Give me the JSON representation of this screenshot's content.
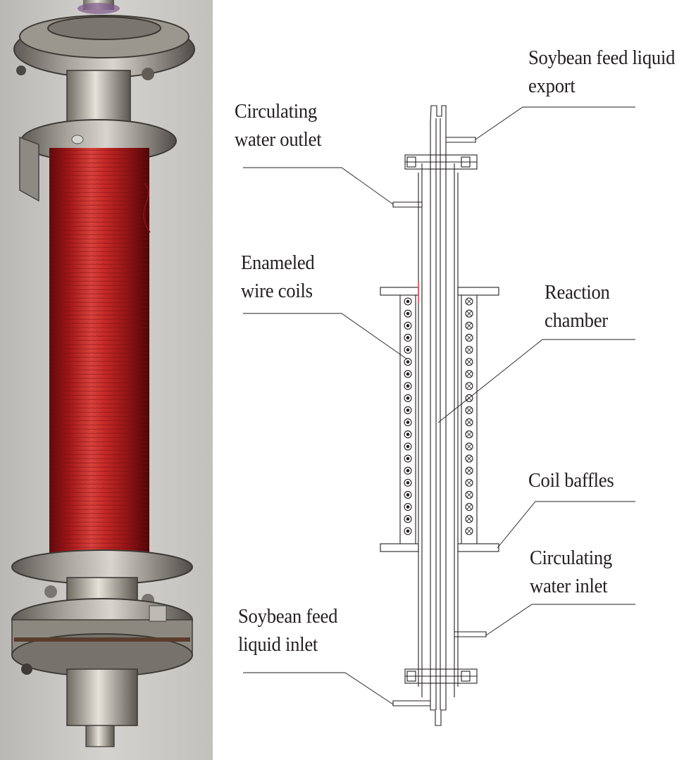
{
  "photo": {
    "subject": "photograph of reactor with red enameled wire coil",
    "colors": {
      "coil": "#b3181a",
      "steel": "#8a8680",
      "background": "#c9c7c2"
    }
  },
  "labels": {
    "feed_export_line1": "Soybean feed liquid",
    "feed_export_line2": "export",
    "water_outlet_line1": "Circulating",
    "water_outlet_line2": "water outlet",
    "coils_line1": "Enameled",
    "coils_line2": "wire coils",
    "chamber_line1": "Reaction",
    "chamber_line2": "chamber",
    "baffles": "Coil baffles",
    "water_inlet_line1": "Circulating",
    "water_inlet_line2": "water inlet",
    "feed_inlet_line1": "Soybean feed",
    "feed_inlet_line2": "liquid inlet"
  },
  "diagram": {
    "line_color": "#231f20",
    "accent_color": "#e8313a",
    "left_coil_symbol": "dot",
    "right_coil_symbol": "cross",
    "coil_turns_per_side": 20
  }
}
